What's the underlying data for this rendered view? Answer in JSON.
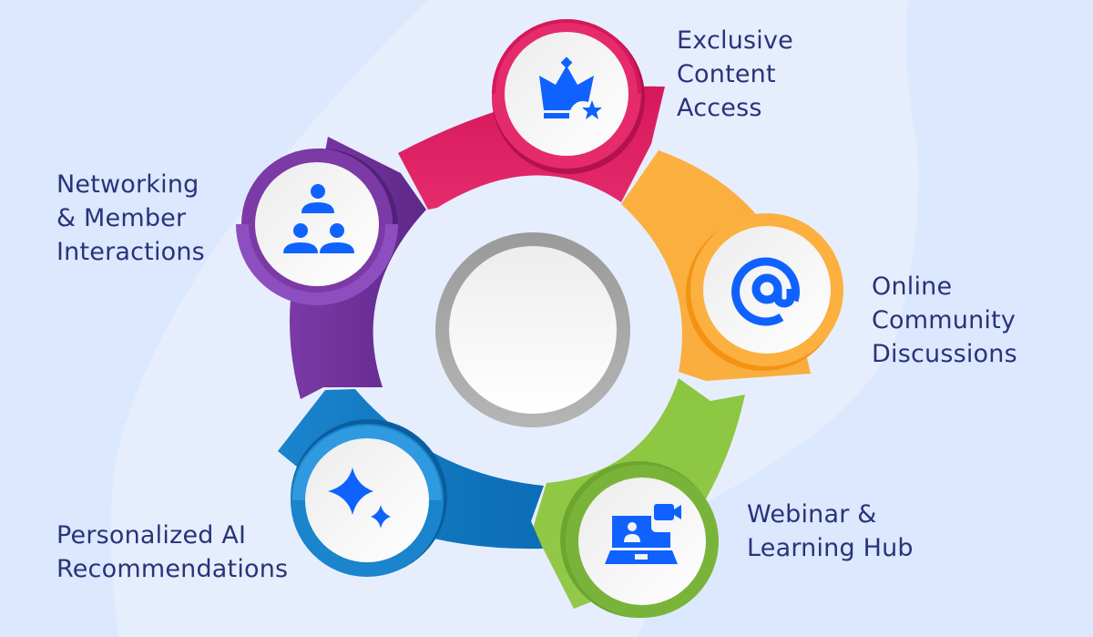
{
  "diagram": {
    "type": "cycle",
    "center": {
      "label": ""
    },
    "colors": {
      "background": "#dce8fd",
      "background_blob": "#e6eefd",
      "text": "#29337a",
      "icon": "#0f62fe",
      "center_ring": "#a6a6a6"
    },
    "items": [
      {
        "id": "exclusive-content",
        "lines": [
          "Exclusive",
          "Content",
          "Access"
        ],
        "icon": "crown-star-icon",
        "color": "#e0225f"
      },
      {
        "id": "online-community",
        "lines": [
          "Online",
          "Community",
          "Discussions"
        ],
        "icon": "at-sign-icon",
        "color": "#fbb040"
      },
      {
        "id": "webinar-learning",
        "lines": [
          "Webinar &",
          "Learning Hub"
        ],
        "icon": "laptop-video-icon",
        "color": "#8cc63f"
      },
      {
        "id": "personalized-ai",
        "lines": [
          "Personalized AI",
          "Recommendations"
        ],
        "icon": "sparkles-icon",
        "color": "#0f75bd"
      },
      {
        "id": "networking",
        "lines": [
          "Networking",
          "& Member",
          "Interactions"
        ],
        "icon": "people-network-icon",
        "color": "#6a2c91"
      }
    ]
  }
}
